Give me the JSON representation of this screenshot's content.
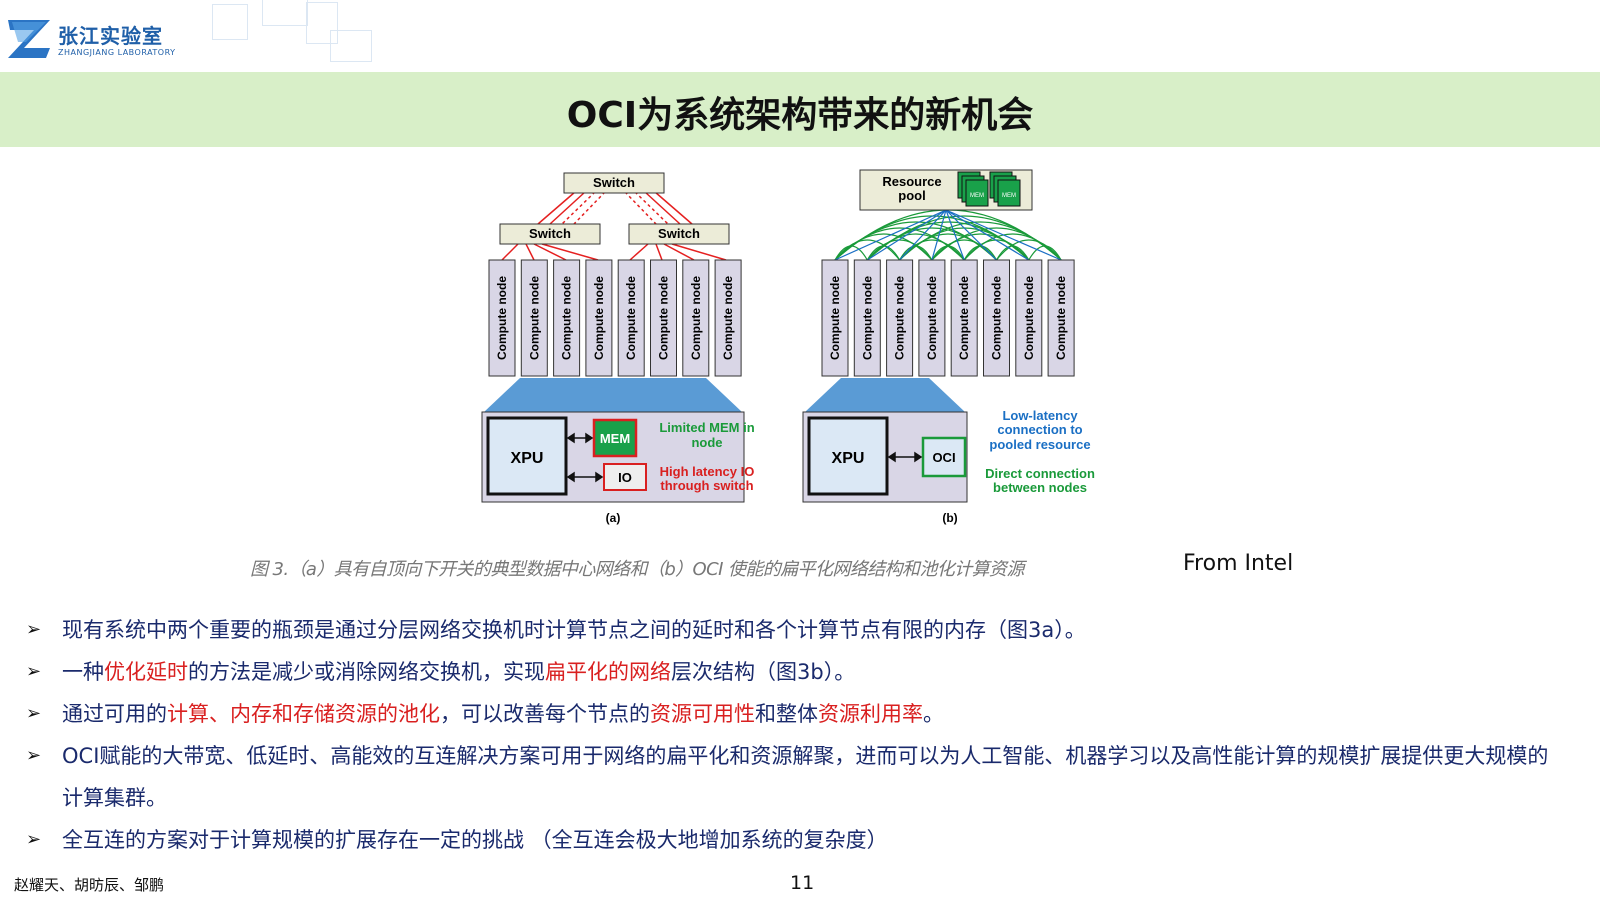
{
  "header": {
    "logo_cn": "张江实验室",
    "logo_en": "ZHANGJIANG  LABORATORY",
    "title": "OCI为系统架构带来的新机会"
  },
  "figure": {
    "a": {
      "top_switch": "Switch",
      "left_switch": "Switch",
      "right_switch": "Switch",
      "node_label": "Compute node",
      "xpu": "XPU",
      "mem": "MEM",
      "io": "IO",
      "note_mem": [
        "Limited MEM in",
        "node"
      ],
      "note_io": [
        "High latency IO",
        "through switch"
      ],
      "panel_label": "(a)"
    },
    "b": {
      "pool": [
        "Resource",
        "pool"
      ],
      "pool_chip": "MEM",
      "node_label": "Compute node",
      "xpu": "XPU",
      "oci": "OCI",
      "note_blue": [
        "Low-latency",
        "connection to",
        "pooled resource"
      ],
      "note_green": [
        "Direct connection",
        "between nodes"
      ],
      "panel_label": "(b)"
    },
    "colors": {
      "red_link": "#e52020",
      "green_link": "#1a9a3a",
      "blue_text": "#1a6fc4",
      "green_text": "#1a9a3a",
      "box_fill": "#d9d6e6",
      "chip_fill": "#dbe8f5"
    }
  },
  "caption": "图 3.（a）具有自顶向下开关的典型数据中心网络和（b）OCI 使能的扁平化网络结构和池化计算资源",
  "source": "From Intel",
  "bullets": [
    {
      "marker": "➢",
      "segments": [
        {
          "text": "现有系统中两个重要的瓶颈是通过分层网络交换机时计算节点之间的延时和各个计算节点有限的内存（图3a）。",
          "red": false
        }
      ]
    },
    {
      "marker": "➢",
      "segments": [
        {
          "text": "一种",
          "red": false
        },
        {
          "text": "优化延时",
          "red": true
        },
        {
          "text": "的方法是减少或消除网络交换机，实现",
          "red": false
        },
        {
          "text": "扁平化的网络",
          "red": true
        },
        {
          "text": "层次结构（图3b）。",
          "red": false
        }
      ]
    },
    {
      "marker": "➢",
      "segments": [
        {
          "text": "通过可用的",
          "red": false
        },
        {
          "text": "计算、内存和存储资源的池化",
          "red": true
        },
        {
          "text": "，可以改善每个节点的",
          "red": false
        },
        {
          "text": "资源可用性",
          "red": true
        },
        {
          "text": "和整体",
          "red": false
        },
        {
          "text": "资源利用率",
          "red": true
        },
        {
          "text": "。",
          "red": false
        }
      ]
    },
    {
      "marker": "➢",
      "segments": [
        {
          "text": "OCI赋能的大带宽、低延时、高能效的互连解决方案可用于网络的扁平化和资源解聚，进而可以为人工智能、机器学习以及高性能计算的规模扩展提供更大规模的计算集群。",
          "red": false
        }
      ]
    },
    {
      "marker": "➢",
      "segments": [
        {
          "text": "全互连的方案对于计算规模的扩展存在一定的挑战 （全互连会极大地增加系统的复杂度）",
          "red": false
        }
      ]
    }
  ],
  "footer": {
    "authors": "赵耀天、胡昉辰、邹鹏",
    "page": "11"
  }
}
